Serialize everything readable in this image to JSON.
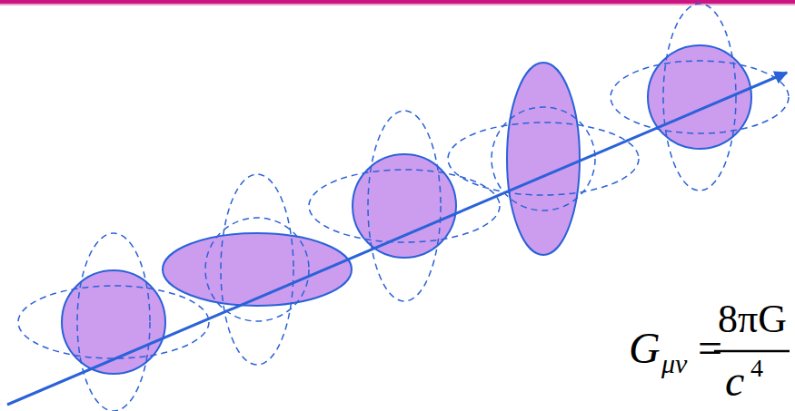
{
  "diagram": {
    "labels": [
      "G",
      "μν",
      "=",
      "8πG",
      "c",
      "4"
    ]
  }
}
